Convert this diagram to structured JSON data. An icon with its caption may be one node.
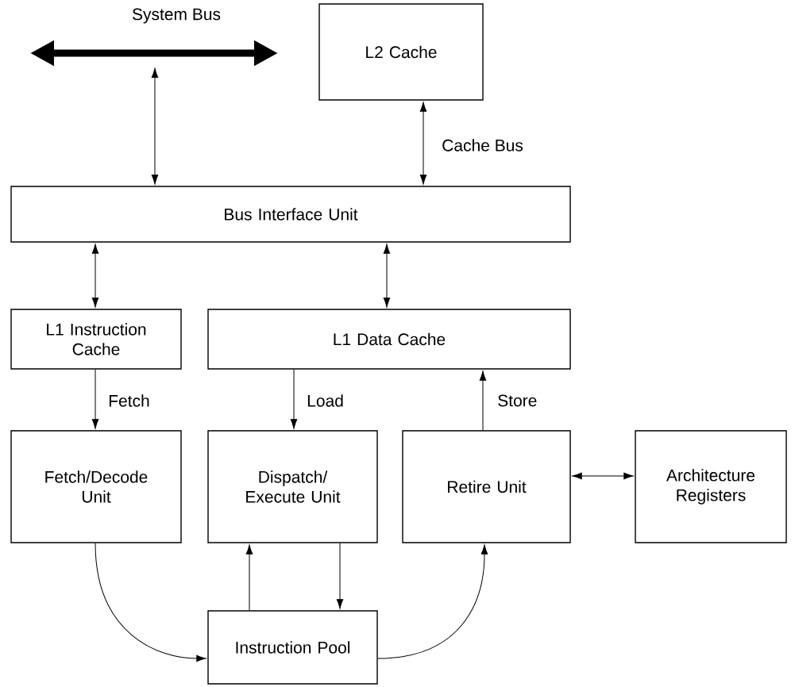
{
  "diagram": {
    "nodes": [
      {
        "text": [
          "System Bus"
        ]
      },
      {
        "text": [
          "L2 Cache"
        ]
      },
      {
        "text": [
          "Bus Interface Unit"
        ]
      },
      {
        "text": [
          "L1 Instruction Cache"
        ]
      },
      {
        "text": [
          "L1 Data Cache"
        ]
      },
      {
        "text": [
          "Fetch/Decode Unit"
        ]
      },
      {
        "text": [
          "Dispatch/ Execute Unit"
        ]
      },
      {
        "text": [
          "Retire Unit"
        ]
      },
      {
        "text": [
          "Architecture Registers"
        ]
      },
      {
        "text": [
          "Instruction Pool"
        ]
      }
    ],
    "edges": [
      {
        "from": 0,
        "to": 2,
        "arrow": "both"
      },
      {
        "from": 1,
        "to": 2,
        "arrow": "both",
        "label": "Cache Bus"
      },
      {
        "from": 2,
        "to": 3,
        "arrow": "both"
      },
      {
        "from": 2,
        "to": 4,
        "arrow": "both"
      },
      {
        "from": 3,
        "to": 5,
        "arrow": "to",
        "label": "Fetch"
      },
      {
        "from": 4,
        "to": 6,
        "arrow": "to",
        "label": "Load"
      },
      {
        "from": 7,
        "to": 4,
        "arrow": "to",
        "label": "Store"
      },
      {
        "from": 7,
        "to": 8,
        "arrow": "both"
      },
      {
        "from": 5,
        "to": 9,
        "arrow": "to"
      },
      {
        "from": 9,
        "to": 6,
        "arrow": "to"
      },
      {
        "from": 6,
        "to": 9,
        "arrow": "to"
      },
      {
        "from": 9,
        "to": 7,
        "arrow": "to"
      }
    ]
  }
}
